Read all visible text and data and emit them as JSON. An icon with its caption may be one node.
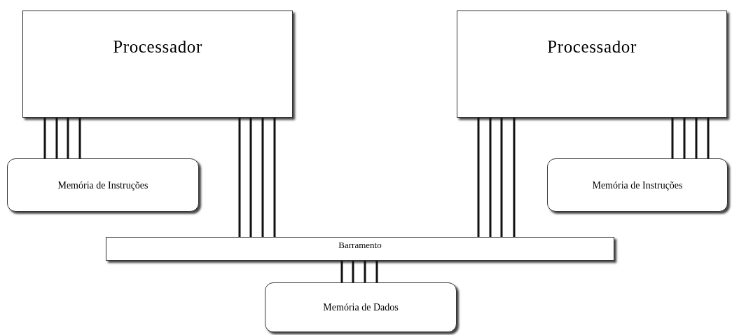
{
  "diagram": {
    "nodes": [
      {
        "text": [
          "Processador"
        ]
      },
      {
        "text": [
          "Processador"
        ]
      },
      {
        "text": [
          "Memória de Instruções"
        ]
      },
      {
        "text": [
          "Memória de Instruções"
        ]
      },
      {
        "text": [
          "Barramento"
        ]
      },
      {
        "text": [
          "Memória de Dados"
        ]
      }
    ],
    "edges": [
      {
        "from": 0,
        "to": 2,
        "arrow": "none"
      },
      {
        "from": 0,
        "to": 2,
        "arrow": "none"
      },
      {
        "from": 0,
        "to": 2,
        "arrow": "none"
      },
      {
        "from": 0,
        "to": 2,
        "arrow": "none"
      },
      {
        "from": 0,
        "to": 4,
        "arrow": "none"
      },
      {
        "from": 0,
        "to": 4,
        "arrow": "none"
      },
      {
        "from": 0,
        "to": 4,
        "arrow": "none"
      },
      {
        "from": 0,
        "to": 4,
        "arrow": "none"
      },
      {
        "from": 1,
        "to": 4,
        "arrow": "none"
      },
      {
        "from": 1,
        "to": 4,
        "arrow": "none"
      },
      {
        "from": 1,
        "to": 4,
        "arrow": "none"
      },
      {
        "from": 1,
        "to": 4,
        "arrow": "none"
      },
      {
        "from": 1,
        "to": 3,
        "arrow": "none"
      },
      {
        "from": 1,
        "to": 3,
        "arrow": "none"
      },
      {
        "from": 1,
        "to": 3,
        "arrow": "none"
      },
      {
        "from": 1,
        "to": 3,
        "arrow": "none"
      },
      {
        "from": 4,
        "to": 5,
        "arrow": "none"
      },
      {
        "from": 4,
        "to": 5,
        "arrow": "none"
      },
      {
        "from": 4,
        "to": 5,
        "arrow": "none"
      },
      {
        "from": 4,
        "to": 5,
        "arrow": "none"
      }
    ]
  }
}
